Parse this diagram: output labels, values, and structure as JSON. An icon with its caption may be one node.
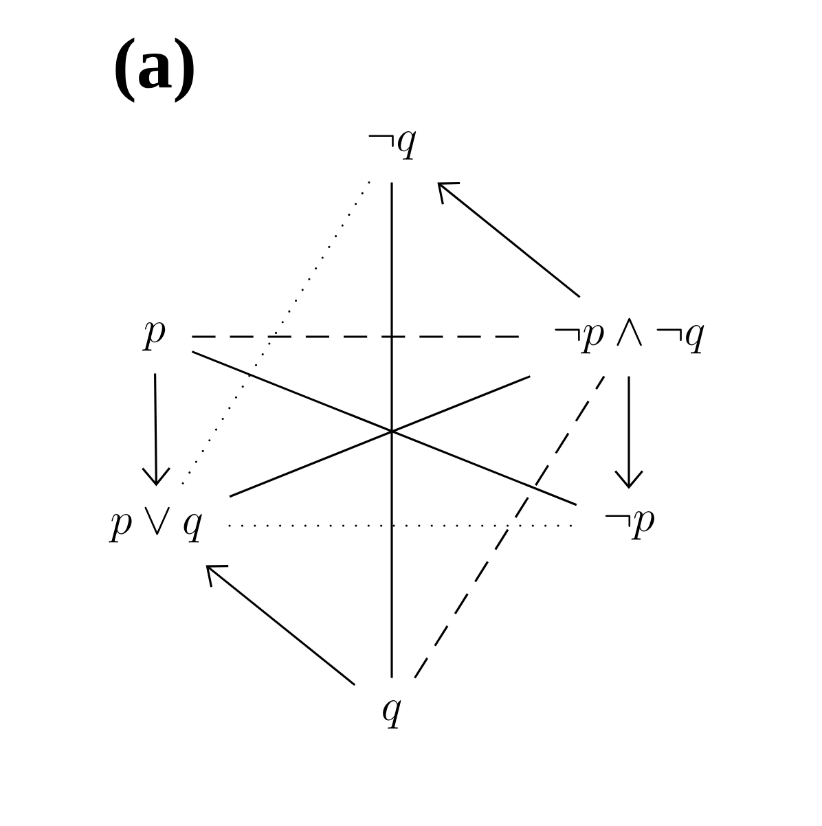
{
  "diagram": {
    "title": "(a)",
    "nodes": [
      {
        "text": [
          "\\neg q"
        ]
      },
      {
        "text": [
          "p"
        ]
      },
      {
        "text": [
          "\\neg p \\wedge \\neg q"
        ]
      },
      {
        "text": [
          "p \\vee q"
        ]
      },
      {
        "text": [
          "\\neg p"
        ]
      },
      {
        "text": [
          "q"
        ]
      }
    ],
    "edges": [
      {
        "from": 2,
        "to": 0,
        "arrow": "to"
      },
      {
        "from": 1,
        "to": 3,
        "arrow": "to"
      },
      {
        "from": 2,
        "to": 4,
        "arrow": "to"
      },
      {
        "from": 5,
        "to": 3,
        "arrow": "to"
      },
      {
        "from": 0,
        "to": 5,
        "arrow": "none"
      },
      {
        "from": 1,
        "to": 4,
        "arrow": "none"
      },
      {
        "from": 3,
        "to": 2,
        "arrow": "none"
      },
      {
        "from": 1,
        "to": 2,
        "arrow": "none",
        "style": "dashed"
      },
      {
        "from": 5,
        "to": 2,
        "arrow": "none",
        "style": "dashed"
      },
      {
        "from": 0,
        "to": 3,
        "arrow": "none",
        "style": "dashed"
      },
      {
        "from": 3,
        "to": 4,
        "arrow": "none",
        "style": "dashed"
      }
    ]
  }
}
